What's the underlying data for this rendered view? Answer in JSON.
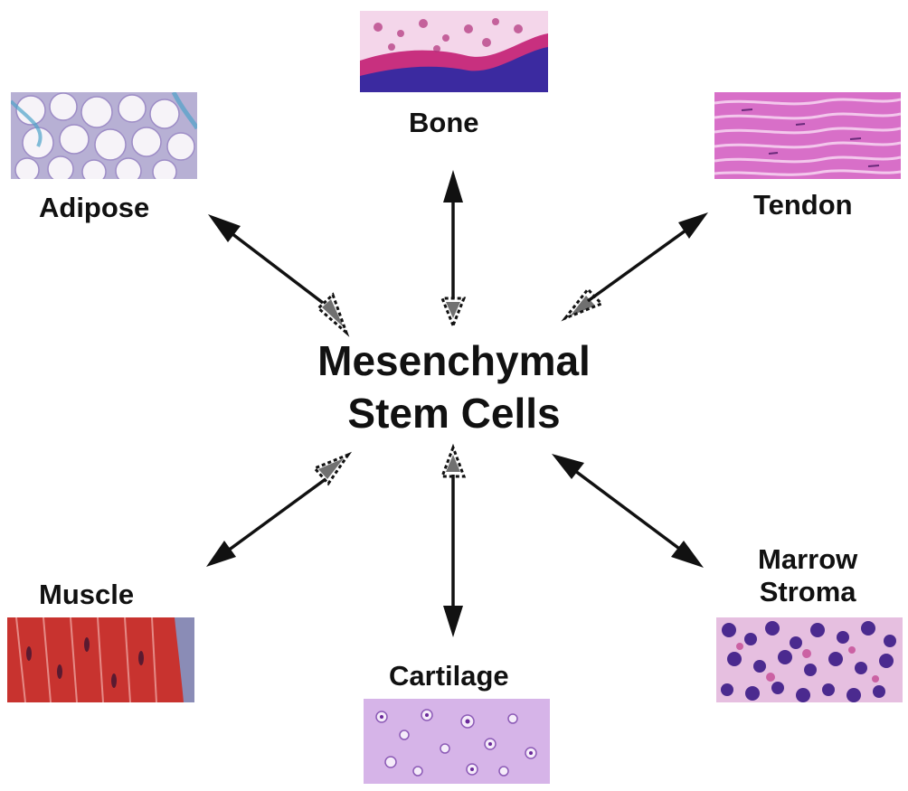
{
  "center": {
    "line1": "Mesenchymal",
    "line2": "Stem Cells"
  },
  "lineages": {
    "bone": {
      "label": "Bone",
      "image": "bone-histology-image"
    },
    "adipose": {
      "label": "Adipose",
      "image": "adipose-histology-image"
    },
    "tendon": {
      "label": "Tendon",
      "image": "tendon-histology-image"
    },
    "muscle": {
      "label": "Muscle",
      "image": "muscle-histology-image"
    },
    "cartilage": {
      "label": "Cartilage",
      "image": "cartilage-histology-image"
    },
    "marrow": {
      "label_line1": "Marrow",
      "label_line2": "Stroma",
      "image": "marrow-stroma-histology-image"
    }
  },
  "colors": {
    "arrow": "#111111",
    "bone": "#c2398c",
    "adipose": "#f3eef6",
    "tendon": "#d56fc4",
    "muscle": "#c6302e",
    "cartilage": "#cfa7e3",
    "marrow": "#5a2a8a"
  }
}
